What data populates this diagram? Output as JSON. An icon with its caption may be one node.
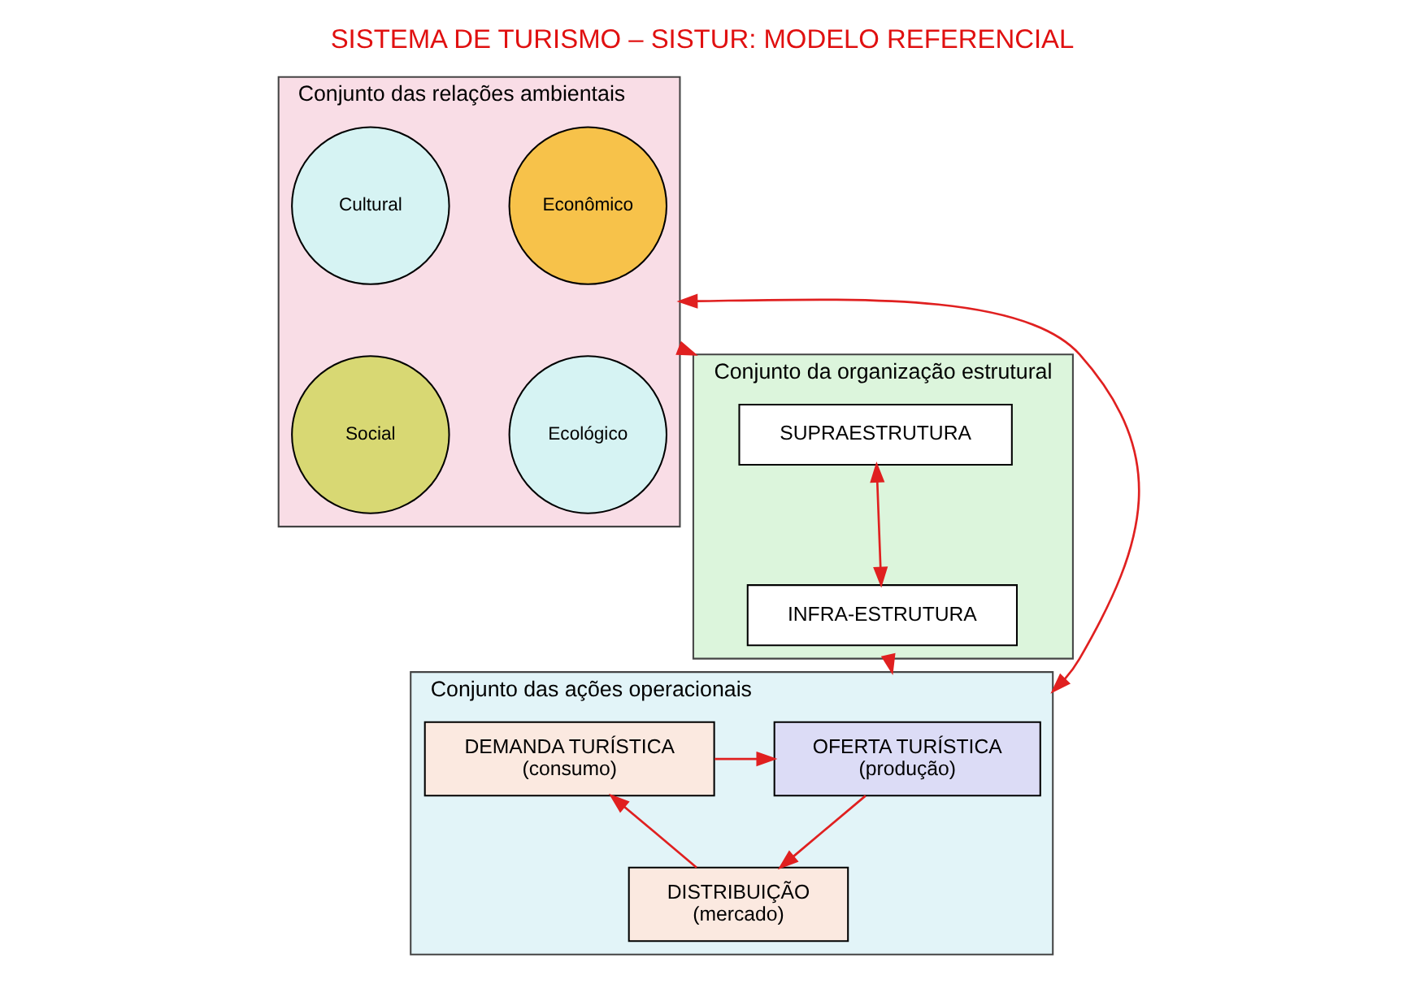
{
  "diagram": {
    "title": "SISTEMA DE TURISMO – SISTUR: MODELO REFERENCIAL",
    "nodes": [
      {
        "text": [
          "Conjunto das relações ambientais"
        ]
      },
      {
        "text": [
          "Ecológico"
        ],
        "in": 0
      },
      {
        "text": [
          "Social"
        ],
        "in": 0
      },
      {
        "text": [
          "Econômico"
        ],
        "in": 0
      },
      {
        "text": [
          "Cultural"
        ],
        "in": 0
      },
      {
        "text": [
          "Conjunto da organização estrutural"
        ]
      },
      {
        "text": [
          "SUPRAESTRUTURA"
        ],
        "in": 5
      },
      {
        "text": [
          "INFRA-ESTRUTURA"
        ],
        "in": 5
      },
      {
        "text": [
          "Conjunto das ações operacionais"
        ]
      },
      {
        "text": [
          "OFERTA TURÍSTICA",
          "(produção)"
        ],
        "in": 8
      },
      {
        "text": [
          "DEMANDA TURÍSTICA",
          "(consumo)"
        ],
        "in": 8
      },
      {
        "text": [
          "DISTRIBUIÇÃO",
          "(mercado)"
        ],
        "in": 8
      }
    ],
    "edges": [
      {
        "from": 0,
        "to": 5,
        "arrow": "to"
      },
      {
        "from": 6,
        "to": 7,
        "arrow": "both"
      },
      {
        "from": 0,
        "to": 8,
        "arrow": "both"
      },
      {
        "from": 5,
        "to": 8,
        "arrow": "to"
      },
      {
        "from": 10,
        "to": 9,
        "arrow": "to"
      },
      {
        "from": 9,
        "to": 11,
        "arrow": "to"
      },
      {
        "from": 11,
        "to": 10,
        "arrow": "to"
      }
    ]
  }
}
